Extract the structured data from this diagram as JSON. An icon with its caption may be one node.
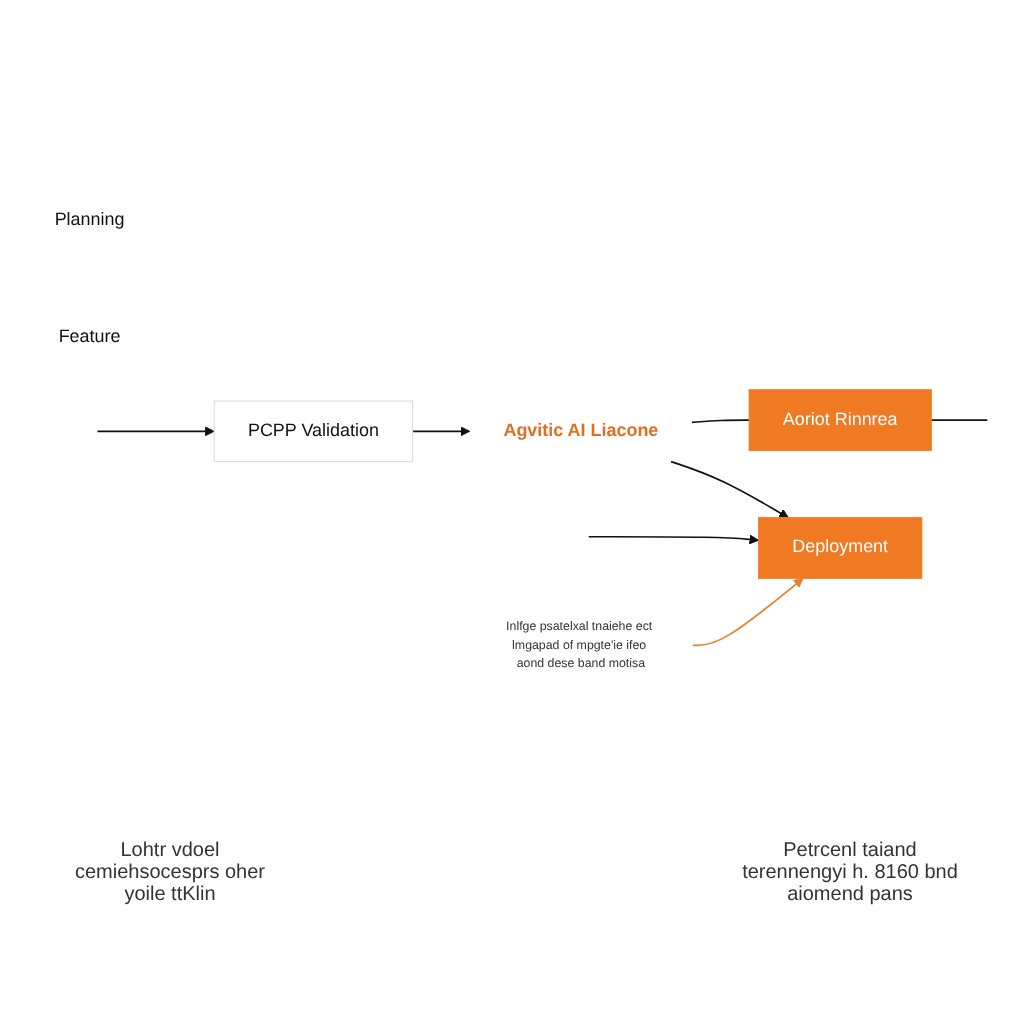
{
  "diagram": {
    "nodes": [
      {
        "text": [
          "Agvitic AI Liacone"
        ]
      },
      {
        "text": [
          "Inlfge psatelxal tnaiehe ect lmgapad of mpgte'ie ifeo aond dese band motisa"
        ]
      },
      {
        "text": [
          "PCPP Validation"
        ]
      },
      {
        "text": [
          "Planning"
        ]
      },
      {
        "text": [
          "Aoriot Rinnrea"
        ]
      },
      {
        "text": [
          "Feature"
        ]
      },
      {
        "text": [
          "Deployment"
        ]
      }
    ],
    "edges": [
      {
        "from": 2,
        "to": 0,
        "arrow": "to"
      },
      {
        "from": 0,
        "to": 6,
        "arrow": "to"
      },
      {
        "from": null,
        "to": 6,
        "arrow": "to"
      },
      {
        "from": null,
        "to": 2,
        "arrow": "to"
      },
      {
        "from": 0,
        "to": 4,
        "arrow": "none"
      },
      {
        "from": 4,
        "to": null,
        "arrow": "none"
      },
      {
        "from": 1,
        "to": 6,
        "arrow": "to",
        "color": "#e8802a"
      }
    ],
    "labels": [
      "Lohtr vdoel cemiehsocesprs oher yoile ttKlin",
      "Petrcenl taiand terennengyi h. 8160 bnd aiomend pans"
    ]
  }
}
